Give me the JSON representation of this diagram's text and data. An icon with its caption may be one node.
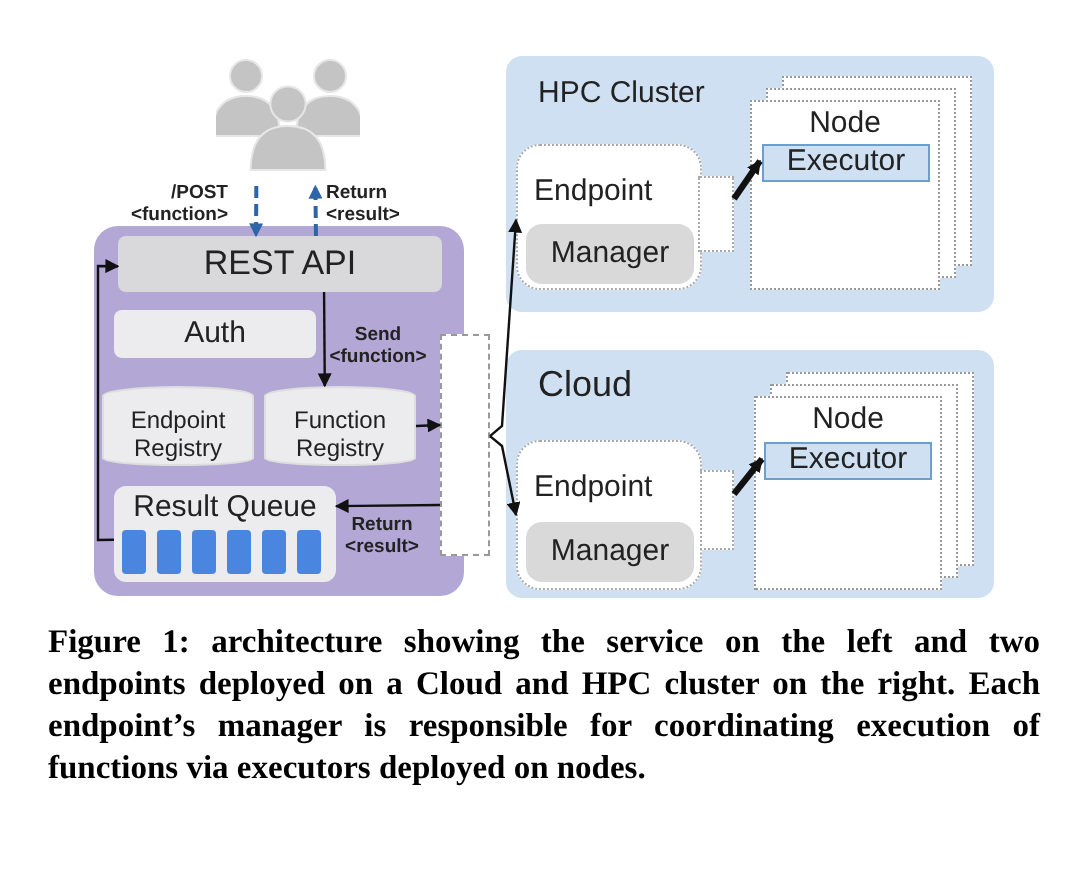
{
  "diagram": {
    "caption": "Figure 1: architecture showing the service on the left and two endpoints deployed on a Cloud and HPC cluster on the right. Each endpoint’s manager is responsible for coordinating execution of functions via executors deployed on nodes.",
    "nodes": [
      {
        "text": [],
        "shape": "person"
      },
      {
        "text": [],
        "shape": "box"
      },
      {
        "text": [
          "REST API"
        ],
        "in": 1
      },
      {
        "text": [
          "Auth"
        ],
        "in": 1
      },
      {
        "text": [
          "Endpoint Registry"
        ],
        "in": 1
      },
      {
        "text": [
          "Function Registry"
        ],
        "in": 1
      },
      {
        "text": [
          "Result Queue"
        ],
        "in": 1
      },
      {
        "text": [],
        "shape": "box"
      },
      {
        "text": [
          "HPC Cluster"
        ]
      },
      {
        "text": [
          "Endpoint"
        ],
        "in": 8
      },
      {
        "text": [
          "Manager"
        ],
        "in": 9
      },
      {
        "text": [],
        "shape": "box",
        "in": 8
      },
      {
        "text": [
          "Node"
        ],
        "in": 8
      },
      {
        "text": [
          "Executor"
        ],
        "in": 12
      },
      {
        "text": [
          "Cloud"
        ]
      },
      {
        "text": [
          "Endpoint"
        ],
        "in": 14
      },
      {
        "text": [
          "Manager"
        ],
        "in": 15
      },
      {
        "text": [],
        "shape": "box",
        "in": 14
      },
      {
        "text": [
          "Node"
        ],
        "in": 14
      },
      {
        "text": [
          "Executor"
        ],
        "in": 18
      }
    ],
    "edges": [
      {
        "from": 0,
        "to": 2,
        "arrow": "to",
        "label": "/POST <function>",
        "style": "dashed",
        "color": "#2e64a8"
      },
      {
        "from": 2,
        "to": 0,
        "arrow": "to",
        "label": "Return <result>",
        "style": "dashed",
        "color": "#2e64a8"
      },
      {
        "from": 2,
        "to": 5,
        "arrow": "to",
        "label": "Send <function>"
      },
      {
        "from": 5,
        "to": 7,
        "arrow": "to"
      },
      {
        "from": 7,
        "to": 6,
        "arrow": "to",
        "label": "Return <result>"
      },
      {
        "from": 6,
        "to": 2,
        "arrow": "to"
      },
      {
        "from": 7,
        "to": 9,
        "arrow": "to"
      },
      {
        "from": 7,
        "to": 15,
        "arrow": "to"
      },
      {
        "from": 11,
        "to": 13,
        "arrow": "to",
        "style": "thick"
      },
      {
        "from": 17,
        "to": 19,
        "arrow": "to",
        "style": "thick"
      }
    ]
  }
}
